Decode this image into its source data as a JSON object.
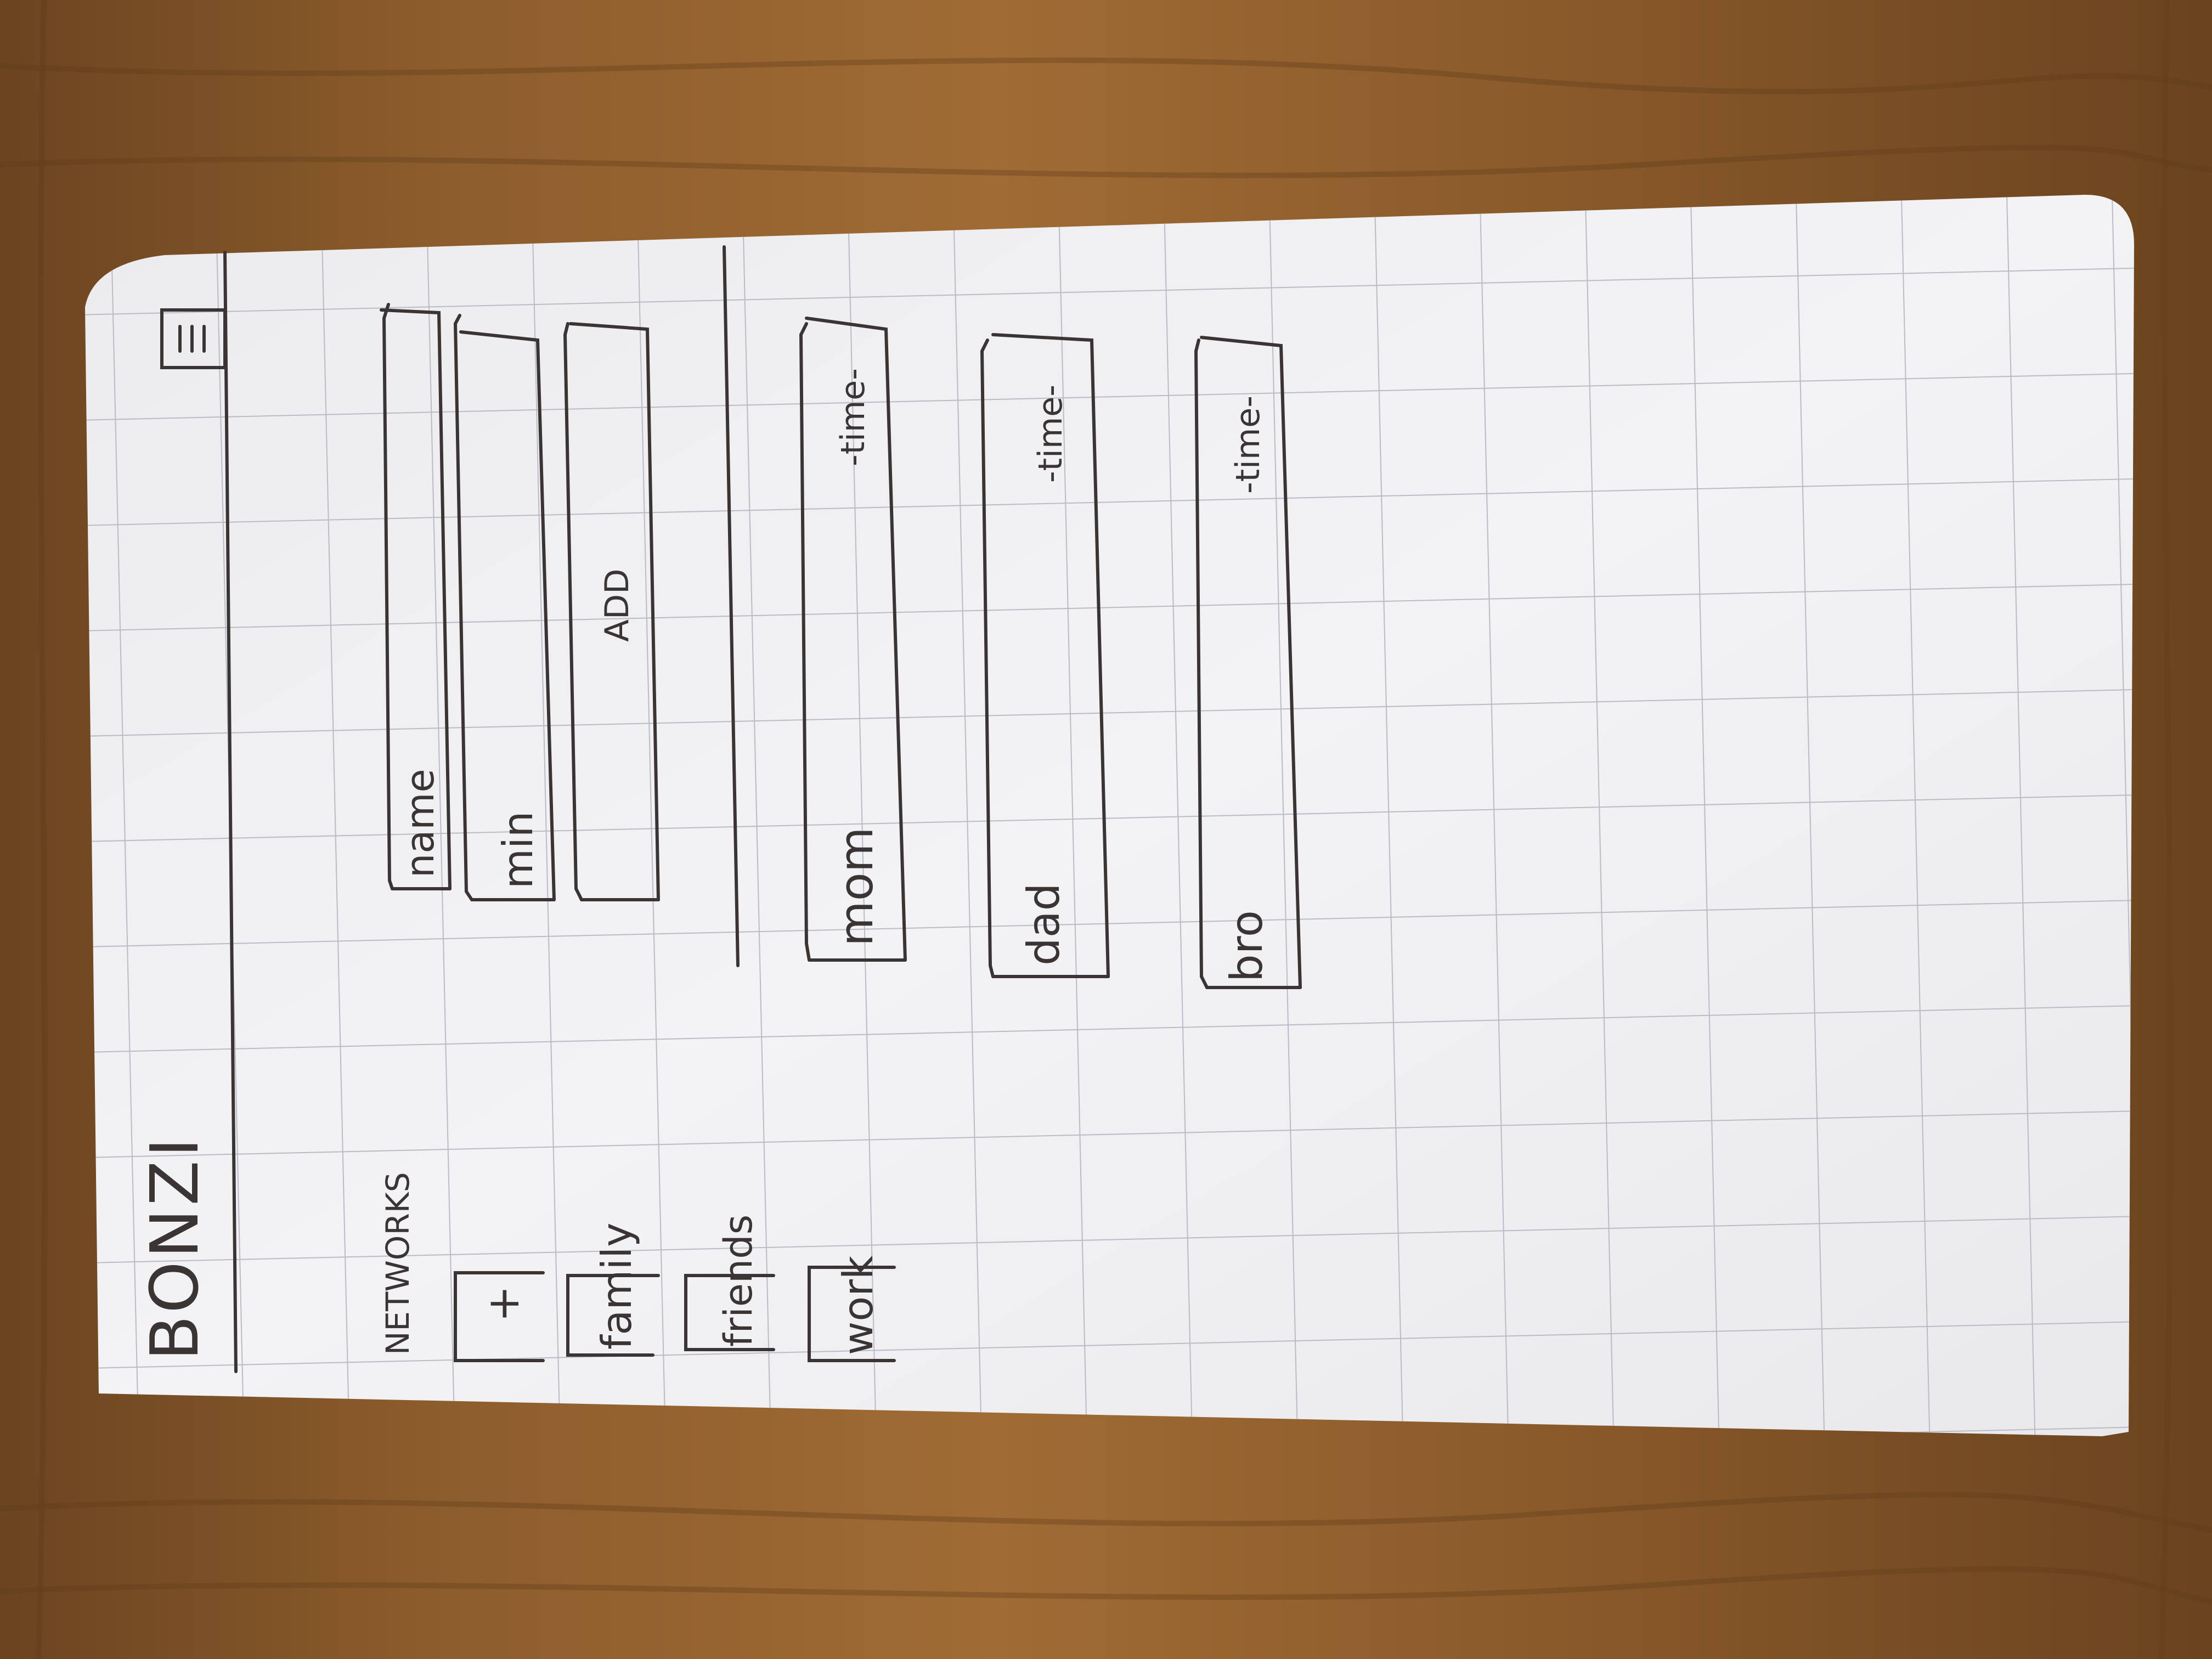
{
  "app": {
    "title": "BONZI"
  },
  "menu": {
    "icon": "hamburger-menu-icon"
  },
  "sidebar": {
    "heading": "NETWORKS",
    "add_label": "+",
    "items": [
      {
        "label": "family"
      },
      {
        "label": "friends"
      },
      {
        "label": "work"
      }
    ]
  },
  "form": {
    "name_placeholder": "name",
    "min_placeholder": "min",
    "add_label": "ADD"
  },
  "contacts": [
    {
      "name": "mom",
      "time": "-time-"
    },
    {
      "name": "dad",
      "time": "-time-"
    },
    {
      "name": "bro",
      "time": "-time-"
    }
  ],
  "colors": {
    "wood": "#8a5a2b",
    "paper": "#f1f1f3",
    "grid": "#b9bcc6",
    "ink": "#3a3434"
  }
}
